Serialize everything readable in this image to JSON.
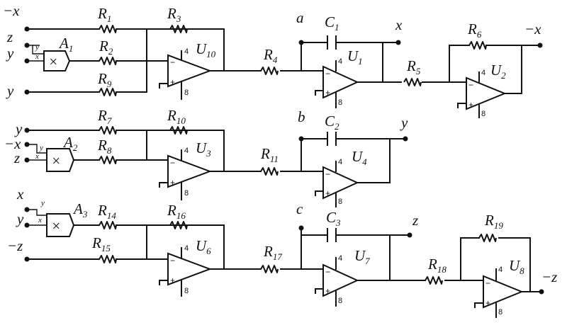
{
  "figure": {
    "labels": {
      "r1": {
        "name": "R",
        "sub": "1"
      },
      "r2": {
        "name": "R",
        "sub": "2"
      },
      "r3": {
        "name": "R",
        "sub": "3"
      },
      "r4": {
        "name": "R",
        "sub": "4"
      },
      "r5": {
        "name": "R",
        "sub": "5"
      },
      "r6": {
        "name": "R",
        "sub": "6"
      },
      "r7": {
        "name": "R",
        "sub": "7"
      },
      "r8": {
        "name": "R",
        "sub": "8"
      },
      "r9": {
        "name": "R",
        "sub": "9"
      },
      "r10": {
        "name": "R",
        "sub": "10"
      },
      "r11": {
        "name": "R",
        "sub": "11"
      },
      "r14": {
        "name": "R",
        "sub": "14"
      },
      "r15": {
        "name": "R",
        "sub": "15"
      },
      "r16": {
        "name": "R",
        "sub": "16"
      },
      "r17": {
        "name": "R",
        "sub": "17"
      },
      "r18": {
        "name": "R",
        "sub": "18"
      },
      "r19": {
        "name": "R",
        "sub": "19"
      },
      "c1": {
        "name": "C",
        "sub": "1"
      },
      "c2": {
        "name": "C",
        "sub": "2"
      },
      "c3": {
        "name": "C",
        "sub": "3"
      },
      "u1": {
        "name": "U",
        "sub": "1"
      },
      "u2": {
        "name": "U",
        "sub": "2"
      },
      "u3": {
        "name": "U",
        "sub": "3"
      },
      "u4": {
        "name": "U",
        "sub": "4"
      },
      "u6": {
        "name": "U",
        "sub": "6"
      },
      "u7": {
        "name": "U",
        "sub": "7"
      },
      "u8": {
        "name": "U",
        "sub": "8"
      },
      "u10": {
        "name": "U",
        "sub": "10"
      },
      "a1": {
        "name": "A",
        "sub": "1"
      },
      "a2": {
        "name": "A",
        "sub": "2"
      },
      "a3": {
        "name": "A",
        "sub": "3"
      }
    },
    "nodes": {
      "a": "a",
      "b": "b",
      "c": "c"
    },
    "terminals": {
      "row1_in_neg_x": "−x",
      "row1_in_z": "z",
      "row1_in_y": "y",
      "row1_in_y2": "y",
      "row1_out_x": "x",
      "row1_out_neg_x": "−x",
      "row2_in_y": "y",
      "row2_in_neg_x": "−x",
      "row2_in_z": "z",
      "row2_out_y": "y",
      "row3_in_x": "x",
      "row3_in_y": "y",
      "row3_in_neg_z": "−z",
      "row3_out_z": "z",
      "row3_out_neg_z": "−z"
    },
    "multiplier_inputs": {
      "a1_top": "y",
      "a1_bot": "x",
      "a2_top": "y",
      "a2_bot": "x",
      "a3_top": "y",
      "a3_bot": "x"
    },
    "pins": {
      "top": "4",
      "bottom": "8"
    },
    "signs": {
      "inverting": "−",
      "noninverting": "+"
    },
    "multiplier_symbol": "×"
  }
}
